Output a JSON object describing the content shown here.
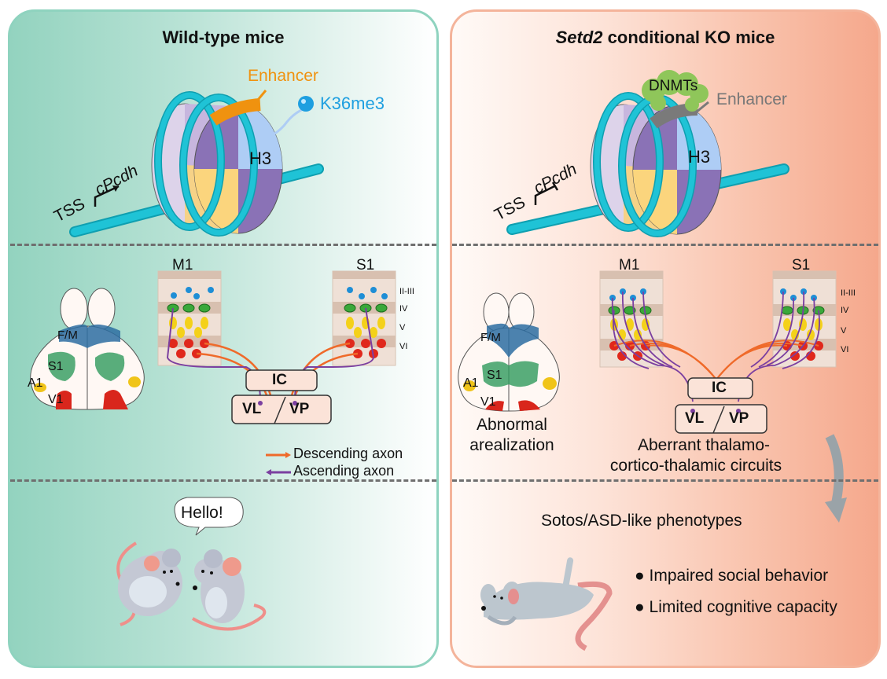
{
  "figure": {
    "type": "graphical-abstract",
    "colors": {
      "wildtype_panel": "#93d3bf",
      "ko_panel": "#f5a88c",
      "dna": "#1fc3d6",
      "enhancer_active": "#f0920f",
      "enhancer_silenced": "#7a7a7a",
      "k36me3": "#1e9fe0",
      "dnmts": "#8fc65a",
      "h3": "#aecdf5",
      "histone_purple": "#8a72b6",
      "histone_yellow": "#fbd57d",
      "descending_axon": "#ef6a2a",
      "ascending_axon": "#7b3fa0"
    }
  },
  "left_panel": {
    "title": "Wild-type mice",
    "chromatin": {
      "tss_label": "TSS",
      "gene_label": "cPcdh",
      "tss_state": "active-arrow",
      "enhancer_label": "Enhancer",
      "mark_label": "K36me3",
      "histone_label": "H3"
    },
    "brain": {
      "labels": [
        "F/M",
        "S1",
        "A1",
        "V1"
      ]
    },
    "circuit": {
      "cortex_labels": [
        "M1",
        "S1"
      ],
      "layer_labels": [
        "II-III",
        "IV",
        "V",
        "VI"
      ],
      "thalamus_labels": [
        "IC",
        "VL",
        "VP"
      ],
      "divider_slash": "/"
    },
    "legend": [
      {
        "label": "Descending axon",
        "color": "#ef6a2a"
      },
      {
        "label": "Ascending axon",
        "color": "#7b3fa0"
      }
    ],
    "behavior": {
      "speech_bubble": "Hello!"
    }
  },
  "right_panel": {
    "title_italic": "Setd2",
    "title_rest": " conditional KO mice",
    "chromatin": {
      "tss_label": "TSS",
      "gene_label": "cPcdh",
      "tss_state": "blocked",
      "enhancer_label": "Enhancer",
      "dnmt_label": "DNMTs",
      "histone_label": "H3"
    },
    "brain": {
      "labels": [
        "F/M",
        "S1",
        "A1",
        "V1"
      ],
      "caption_line1": "Abnormal",
      "caption_line2": "arealization"
    },
    "circuit": {
      "cortex_labels": [
        "M1",
        "S1"
      ],
      "layer_labels": [
        "II-III",
        "IV",
        "V",
        "VI"
      ],
      "thalamus_labels": [
        "IC",
        "VL",
        "VP"
      ],
      "divider_slash": "/",
      "caption_line1": "Aberrant thalamo-",
      "caption_line2": "cortico-thalamic circuits"
    },
    "phenotype": {
      "heading": "Sotos/ASD-like phenotypes",
      "bullets": [
        "Impaired social behavior",
        "Limited cognitive capacity"
      ]
    }
  }
}
